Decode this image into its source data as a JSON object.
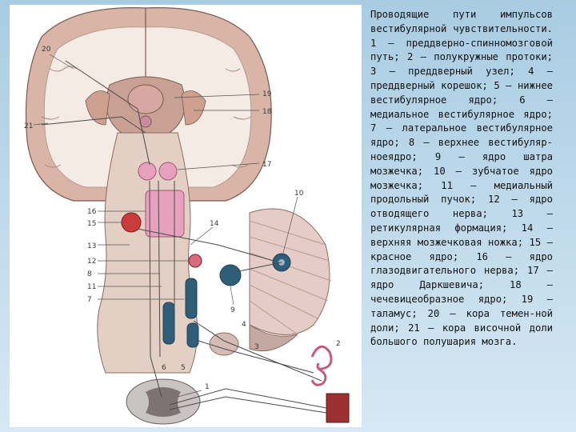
{
  "caption": "Проводящие пути импульсов вестибулярной чувствительности. 1 — преддверно-спинномозговой путь; 2 — полукружные протоки; 3 — преддверный узел; 4 — преддверный корешок; 5 — нижнее вестибулярное ядро; 6 — медиальное вестибулярное ядро; 7 — латеральное вестибулярное ядро; 8 — верхнее вестибуляр-ноеядро; 9 — ядро шатра мозжечка; 10 — зубчатое ядро мозжечка; 11 — медиальный продольный пучок; 12 — ядро отводящего нерва; 13 — ретикулярная формация; 14 — верхняя мозжечковая ножка; 15 — красное ядро; 16 — ядро глазодвигательного нерва; 17 — ядро Даркшевича; 18 — чечевицеобразное ядро; 19 — таламус; 20 — кора темен-ной доли; 21 — кора височной доли большого полушария мозга.",
  "figure_labels": {
    "n1": "1",
    "n2": "2",
    "n3": "3",
    "n4": "4",
    "n5": "5",
    "n6": "6",
    "n7": "7",
    "n8": "8",
    "n9": "9",
    "n10": "10",
    "n11": "11",
    "n12": "12",
    "n13": "13",
    "n14": "14",
    "n15": "15",
    "n16": "16",
    "n17": "17",
    "n18": "18",
    "n19": "19",
    "n20": "20",
    "n21": "21"
  },
  "colors": {
    "background": "#a9cce3",
    "brain_tissue": "#d9b5a8",
    "white_matter": "#f3ebe4",
    "brainstem": "#e4cfc4",
    "nucleus_pink": "#e8a1bd",
    "nucleus_red": "#cc3b3b",
    "nucleus_blue": "#2f5f78",
    "muscle": "#9c3030"
  }
}
